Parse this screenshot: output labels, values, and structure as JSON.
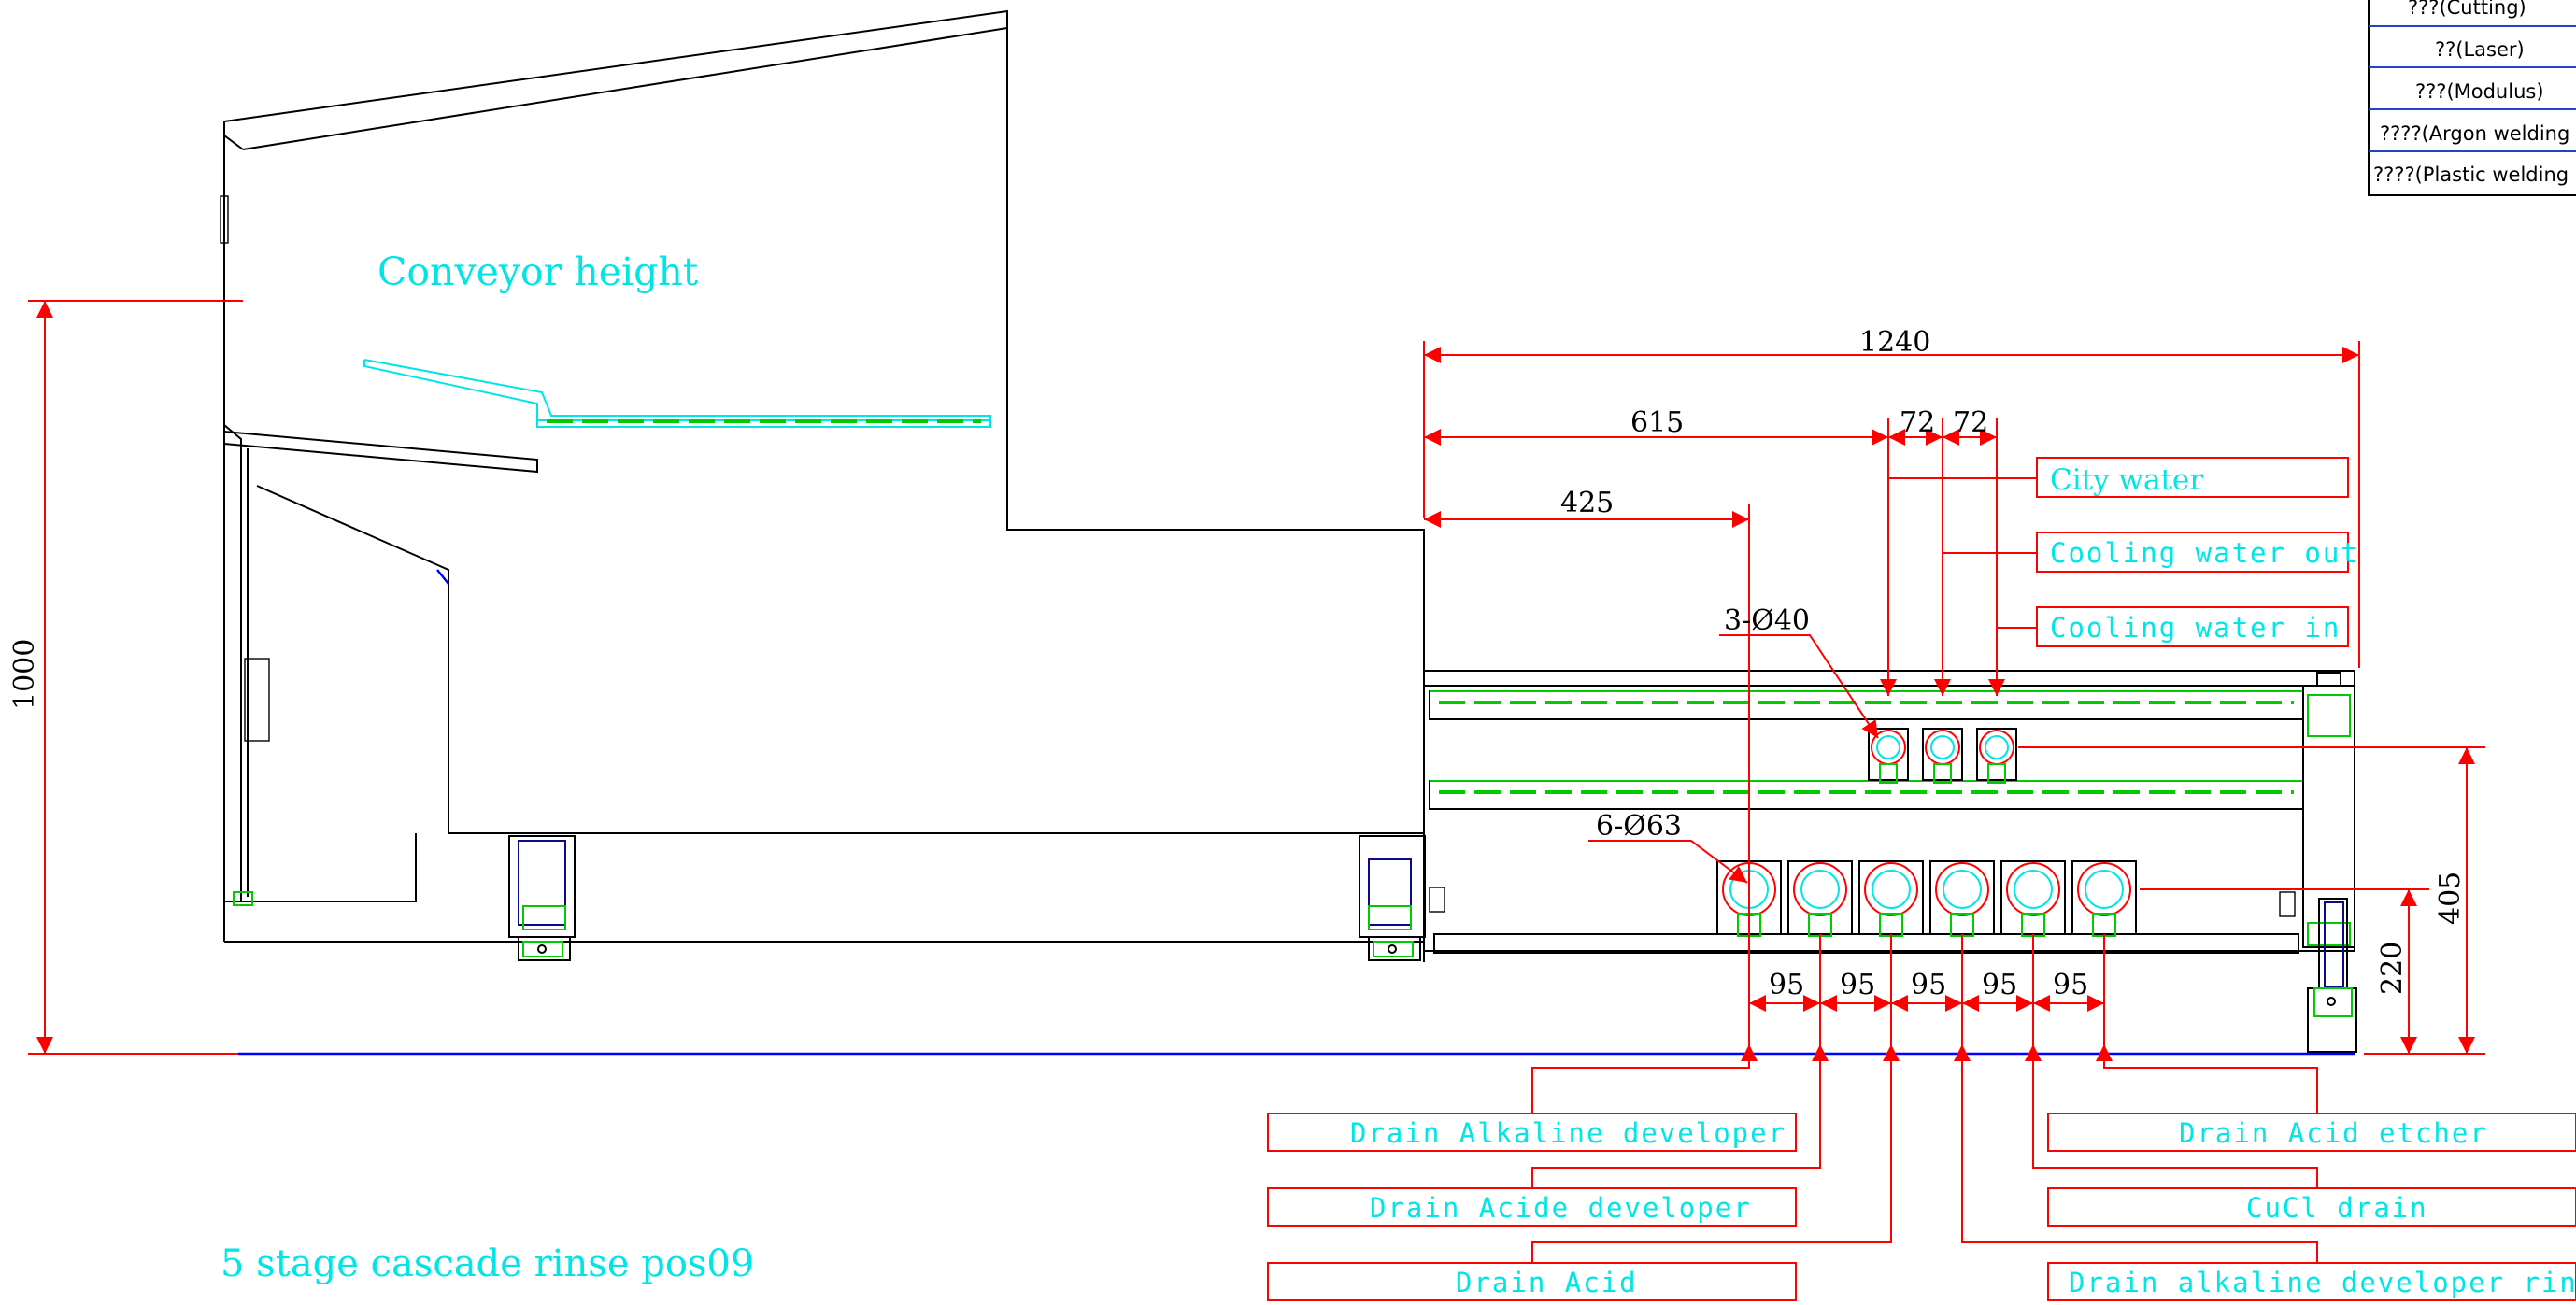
{
  "title_texts": {
    "conveyor_height": "Conveyor height",
    "pos_label": "5 stage cascade rinse pos09"
  },
  "dimensions": {
    "total_height": "1000",
    "total_width": "1240",
    "d615": "615",
    "d425": "425",
    "d72a": "72",
    "d72b": "72",
    "small_pipes": "3-Ø40",
    "big_pipes": "6-Ø63",
    "d405": "405",
    "d220": "220",
    "pitch": [
      "95",
      "95",
      "95",
      "95",
      "95"
    ]
  },
  "callouts_upper": [
    "City water",
    "Cooling water out",
    "Cooling water in"
  ],
  "callouts_left": [
    "Drain Alkaline developer",
    "Drain Acide developer",
    "Drain Acid"
  ],
  "callouts_right": [
    "Drain Acid etcher",
    "CuCl drain",
    "Drain alkaline developer rinse"
  ],
  "table_rows": [
    "???(Cutting)",
    "??(Laser)",
    "???(Modulus)",
    "????(Argon welding",
    "????(Plastic welding"
  ],
  "colors": {
    "dimension": "#ff0000",
    "annotation": "#00e5e5",
    "pipe": "#00cc00",
    "floor": "#0000ff"
  }
}
